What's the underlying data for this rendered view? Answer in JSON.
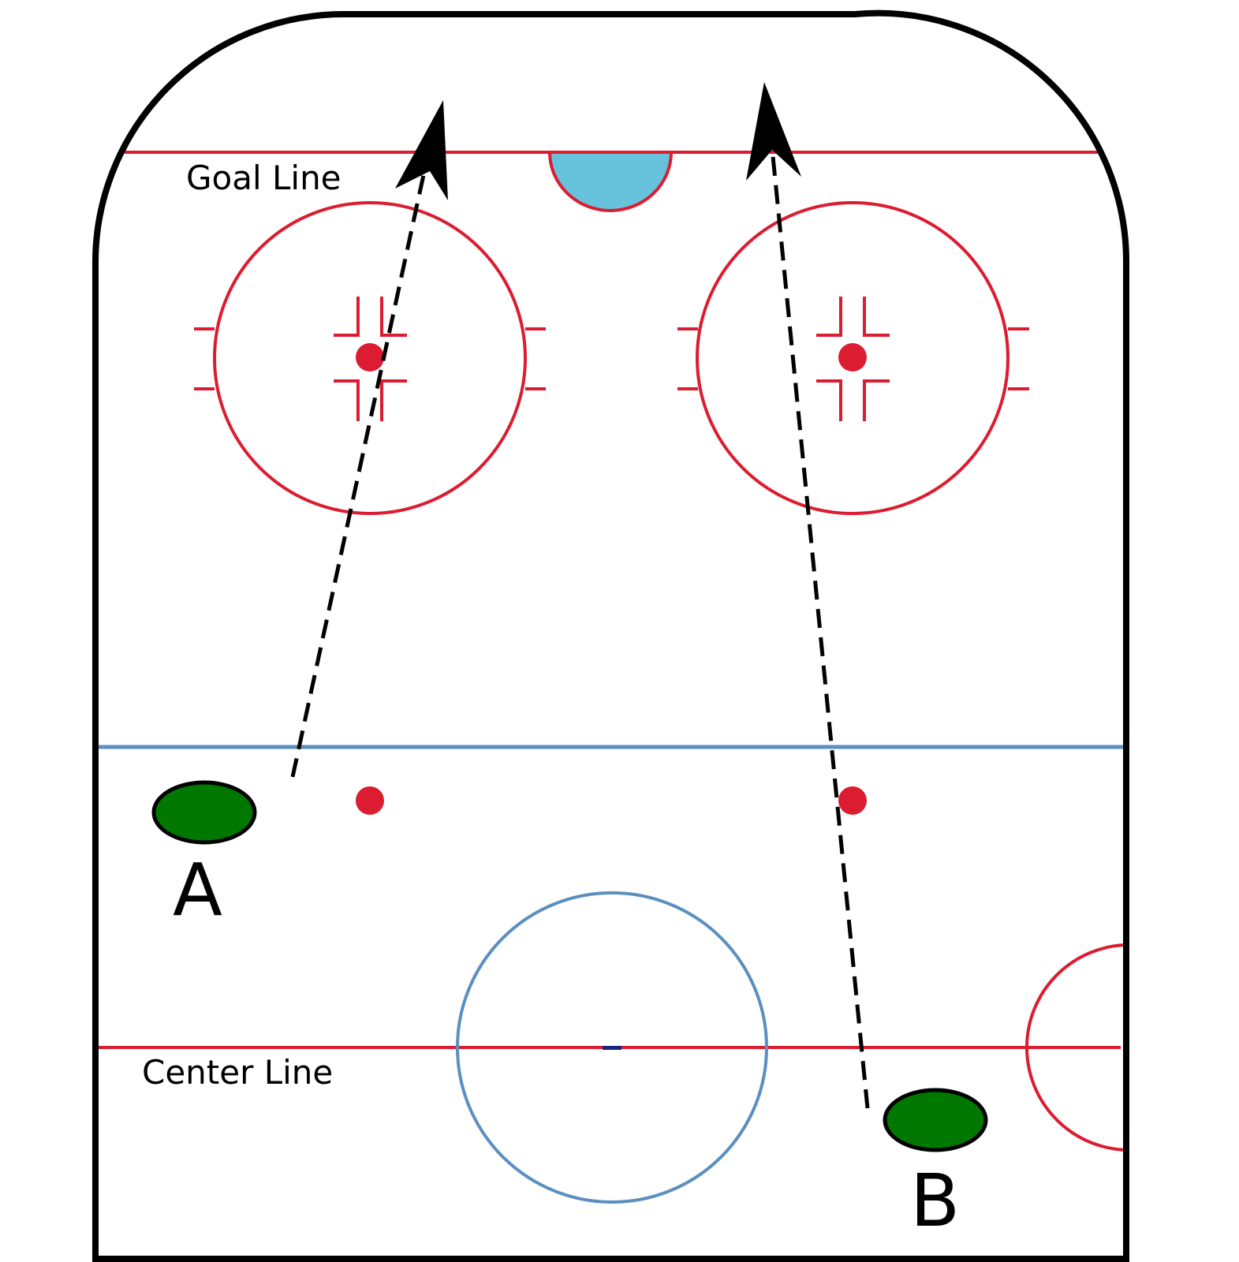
{
  "labels": {
    "goal_line": "Goal Line",
    "center_line": "Center Line",
    "player_a": "A",
    "player_b": "B"
  },
  "colors": {
    "boards": "#000000",
    "red_line": "#dc1c30",
    "blue_line": "#5b8fbf",
    "crease": "#67c2dc",
    "player": "#007800",
    "path": "#000000",
    "center_dot": "#1a237e"
  },
  "icons": {
    "player_marker": "ellipse",
    "path_arrow": "dashed-arrow"
  }
}
